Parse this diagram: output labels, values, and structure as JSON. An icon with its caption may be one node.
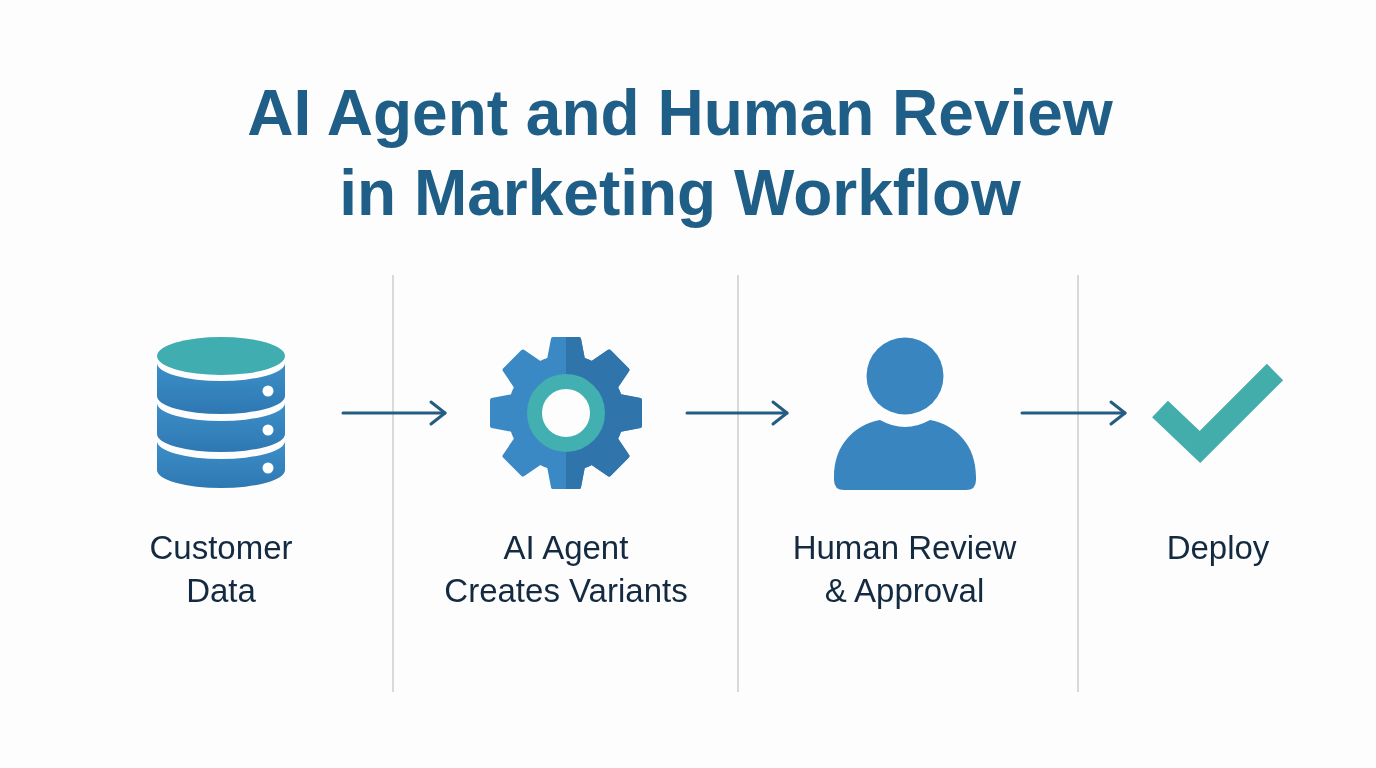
{
  "diagram": {
    "title": "AI Agent and Human Review in Marketing Workflow",
    "nodes": [
      {
        "text": [
          "Customer Data"
        ]
      },
      {
        "text": [
          "AI Agent Creates Variants"
        ]
      },
      {
        "text": [
          "Human Review & Approval"
        ]
      },
      {
        "text": [
          "Deploy"
        ]
      }
    ],
    "edges": [
      {
        "from": 0,
        "to": 1,
        "arrow": "to"
      },
      {
        "from": 1,
        "to": 2,
        "arrow": "to"
      },
      {
        "from": 2,
        "to": 3,
        "arrow": "to"
      }
    ]
  }
}
